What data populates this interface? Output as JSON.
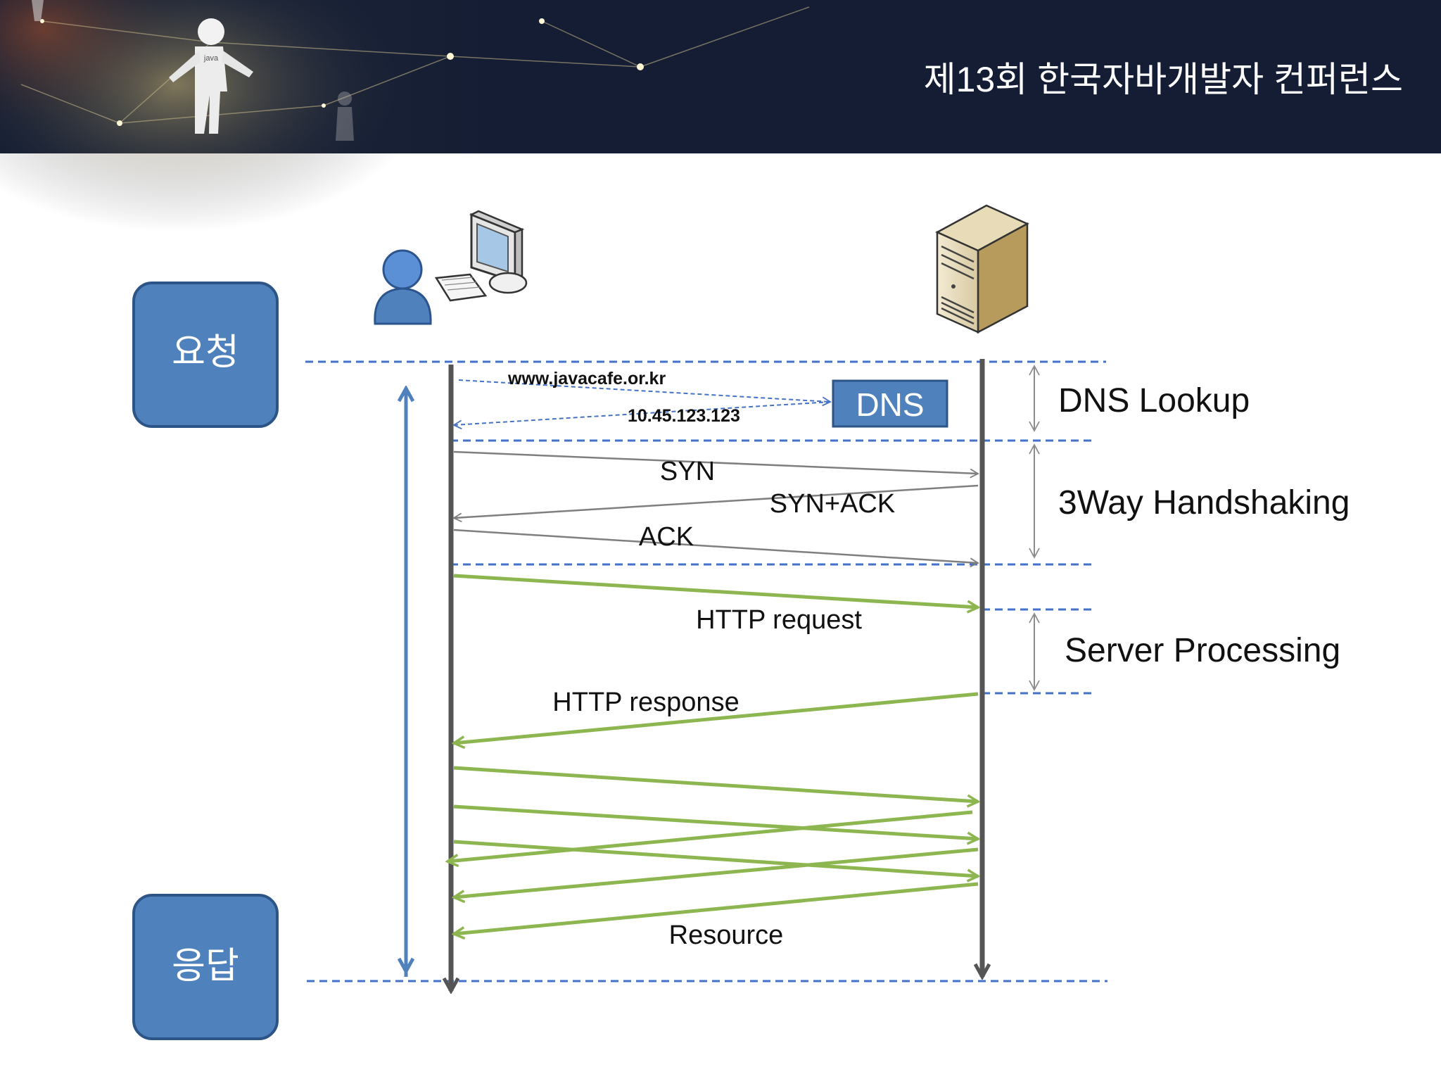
{
  "header": {
    "title": "제13회 한국자바개발자 컨퍼런스",
    "figure_label": "java"
  },
  "boxes": {
    "request": "요청",
    "response": "응답",
    "dns": "DNS"
  },
  "phases": {
    "dns_lookup": "DNS Lookup",
    "handshake": "3Way Handshaking",
    "server_processing": "Server Processing"
  },
  "messages": {
    "dns_query": "www.javacafe.or.kr",
    "dns_answer": "10.45.123.123",
    "syn": "SYN",
    "syn_ack": "SYN+ACK",
    "ack": "ACK",
    "http_request": "HTTP request",
    "http_response": "HTTP response",
    "resource": "Resource"
  },
  "colors": {
    "header_bg": "#141d33",
    "box_fill": "#4f81bd",
    "box_border": "#2d5487",
    "dashed_line": "#4472c4",
    "lifeline": "#555555",
    "tcp_arrow": "#7f7f7f",
    "http_arrow": "#8db650"
  },
  "icons": [
    "java-figure-icon",
    "client-user-icon",
    "desktop-computer-icon",
    "server-tower-icon"
  ]
}
